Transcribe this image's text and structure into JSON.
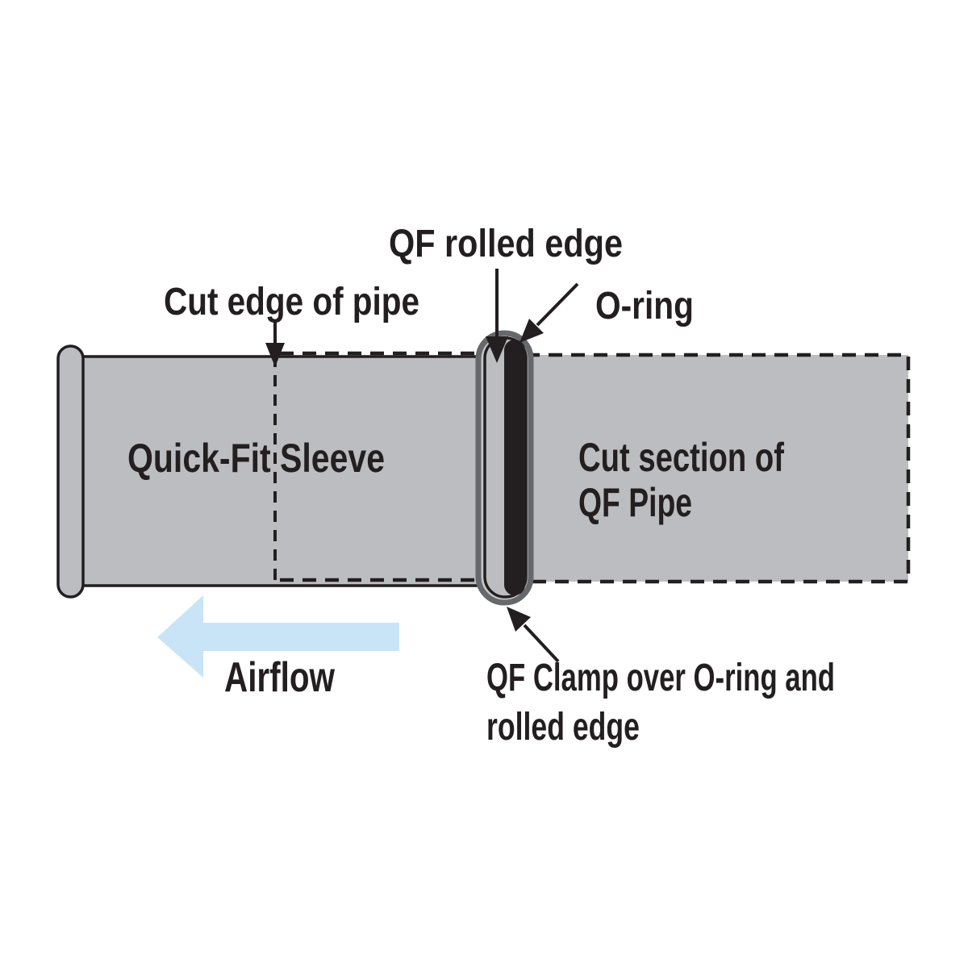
{
  "diagram": {
    "labels": {
      "qf_rolled_edge": "QF rolled edge",
      "o_ring": "O-ring",
      "cut_edge_of_pipe": "Cut edge of pipe",
      "quick_fit_sleeve": "Quick-Fit Sleeve",
      "cut_section_line1": "Cut section of",
      "cut_section_line2": "QF Pipe",
      "airflow": "Airflow",
      "qf_clamp_line1": "QF Clamp over O-ring and",
      "qf_clamp_line2": "rolled edge"
    },
    "colors": {
      "pipe_gray": "#bcbdc0",
      "clamp_ring_gray": "#66686b",
      "line_black": "#231f20",
      "airflow_blue": "#c9e4f7"
    }
  }
}
